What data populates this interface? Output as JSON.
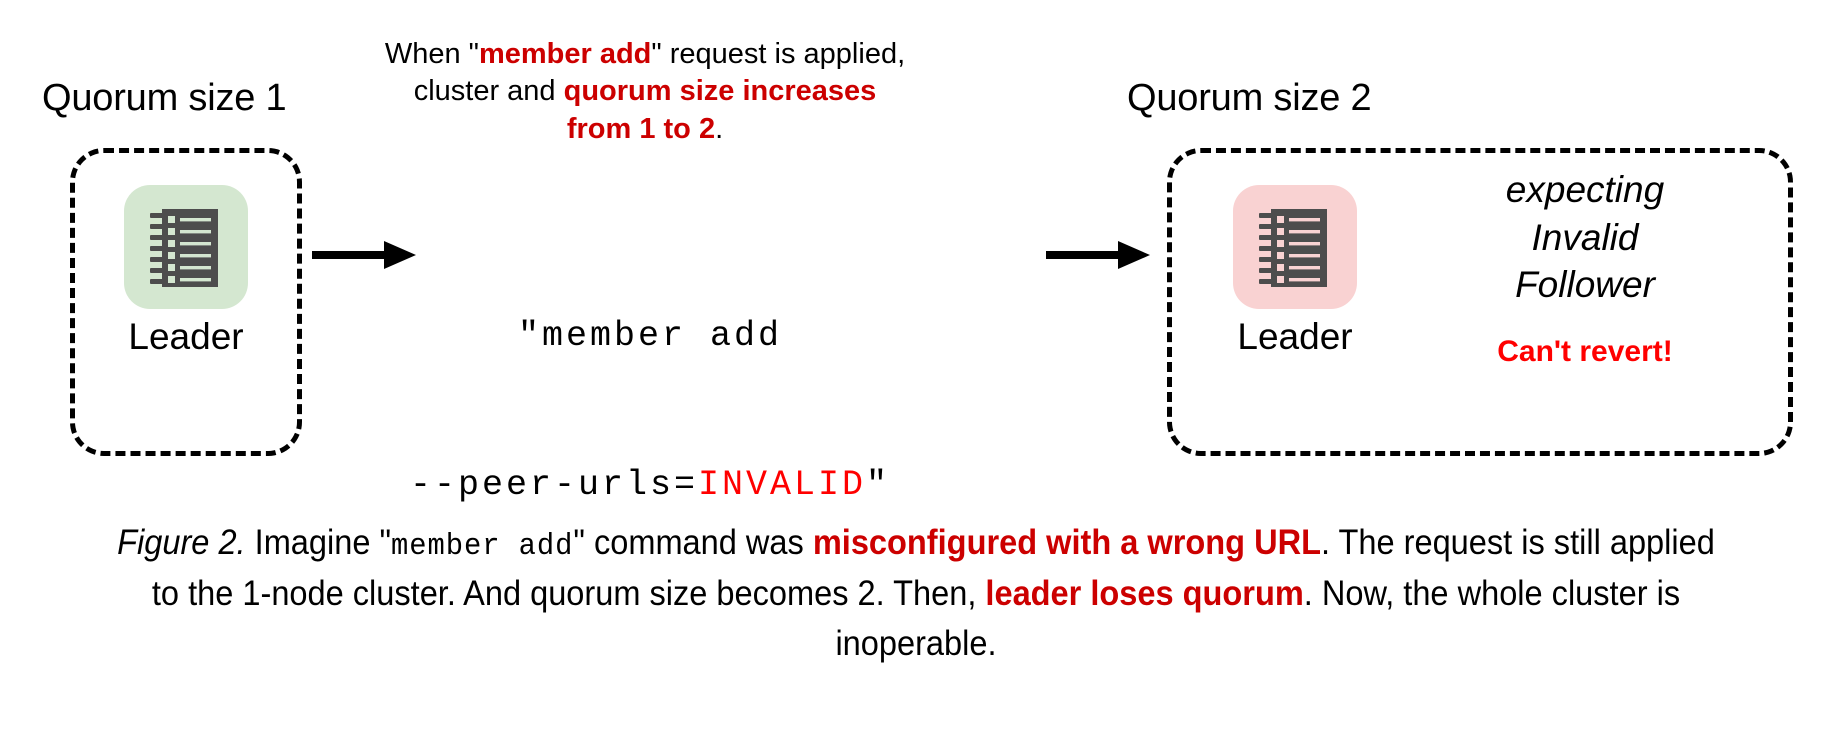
{
  "figure": {
    "left_cluster": {
      "quorum_label": "Quorum size 1",
      "node_label": "Leader",
      "icon_name": "server-rack-icon",
      "icon_bg_color": "#d4e7d0",
      "icon_shadow_color": "#b3c9ae",
      "icon_body_color": "#4d4d4d"
    },
    "right_cluster": {
      "quorum_label": "Quorum size 2",
      "node_label": "Leader",
      "icon_name": "server-rack-icon",
      "icon_bg_color": "#f9d2d2",
      "icon_shadow_color": "#c9a2a2",
      "icon_body_color": "#4d4d4d",
      "status_lines": [
        "expecting",
        "Invalid",
        "Follower"
      ],
      "warning": "Can't revert!",
      "warning_color": "#ff0000"
    },
    "top_annotation": {
      "line1_pre": "When \"",
      "line1_bold": "member add",
      "line1_post": "\" request is applied,",
      "line2_pre": "cluster and ",
      "line2_bold": "quorum size increases",
      "line3_bold": "from 1 to 2",
      "line3_post": ".",
      "accent_color": "#cc0000"
    },
    "command": {
      "line1": "\"member add",
      "line2_pre": "--peer-urls=",
      "line2_invalid": "INVALID",
      "line2_post": "\"",
      "invalid_color": "#ff0000"
    },
    "arrows": {
      "arrow1_name": "arrow-right",
      "arrow2_name": "arrow-right"
    },
    "caption": {
      "fig_num": "Figure 2.",
      "seg1": " Imagine \"",
      "mono1": "member add",
      "seg2": "\" command was ",
      "bold1": "misconfigured with a wrong URL",
      "seg3": ". The request is still applied to the 1-node cluster. And quorum size becomes 2. Then, ",
      "bold2": "leader loses quorum",
      "seg4": ". Now, the whole cluster is inoperable.",
      "accent_color": "#cc0000"
    }
  }
}
